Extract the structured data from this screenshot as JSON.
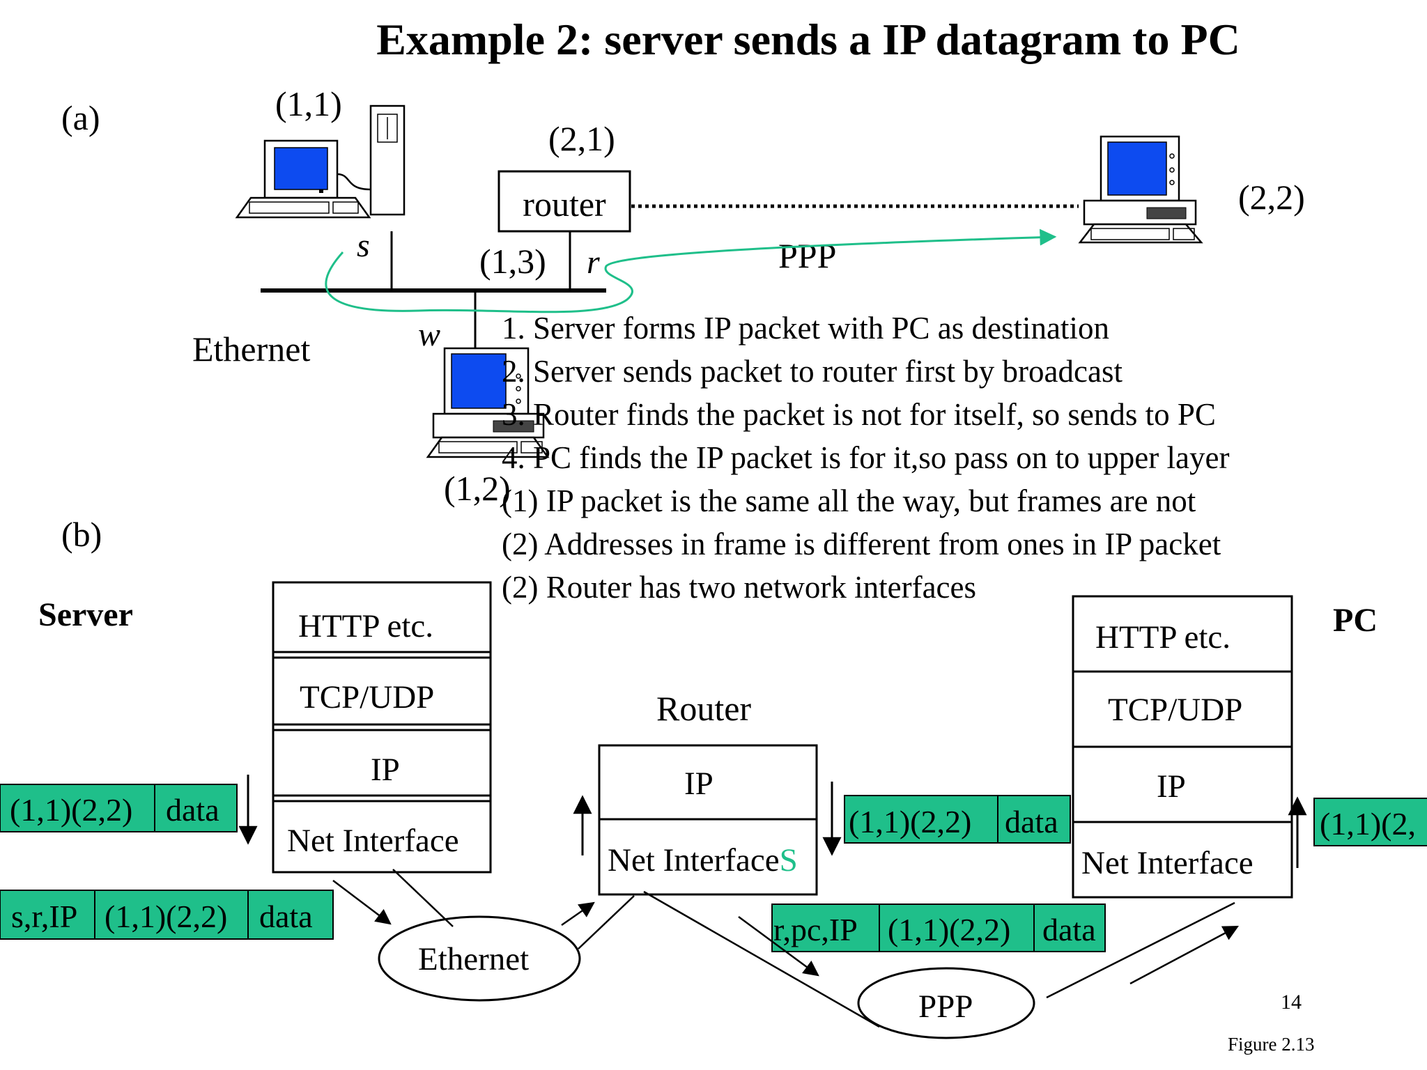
{
  "title": "Example 2: server sends a IP datagram to PC",
  "part_a": {
    "label": "(a)",
    "addr_server": "(1,1)",
    "addr_router_ppp": "(2,1)",
    "addr_pc": "(2,2)",
    "addr_router_eth": "(1,3)",
    "addr_host": "(1,2)",
    "router_label": "router",
    "ppp_label": "PPP",
    "ethernet_label": "Ethernet",
    "iface_s": "s",
    "iface_r": "r",
    "iface_w": "w",
    "steps": [
      "1. Server forms IP packet with PC as destination",
      "2. Server sends packet to router first by broadcast",
      "3. Router finds the packet is not for itself, so sends to PC",
      "4. PC finds the IP packet is for it,so pass on to upper layer",
      "(1) IP packet is the same all the way, but frames are not",
      "(2) Addresses in frame is different from  ones in IP packet",
      "(2) Router  has two network interfaces"
    ]
  },
  "part_b": {
    "label": "(b)",
    "server_label": "Server",
    "pc_label": "PC",
    "router_label": "Router",
    "layers": {
      "http": "HTTP etc.",
      "tcpudp": "TCP/UDP",
      "ip": "IP",
      "netif": "Net Interface",
      "netif_router": "Net Interface",
      "netif_router_suffix": "S"
    },
    "packets": {
      "server_ip": [
        "(1,1)(2,2)",
        "data"
      ],
      "server_frame": [
        "s,r,IP",
        "(1,1)(2,2)",
        "data"
      ],
      "router_ip": [
        "(1,1)(2,2)",
        "data"
      ],
      "router_frame": [
        "r,pc,IP",
        "(1,1)(2,2)",
        "data"
      ],
      "pc_ip": [
        "(1,1)(2,"
      ]
    },
    "ethernet_oval": "Ethernet",
    "ppp_oval": "PPP"
  },
  "page_number": "14",
  "figure_label": "Figure 2.13",
  "colors": {
    "packet_fill": "#1fbf8a",
    "screen": "#0d4bf0",
    "route_curve": "#1fbf8a",
    "ink": "#000000"
  }
}
